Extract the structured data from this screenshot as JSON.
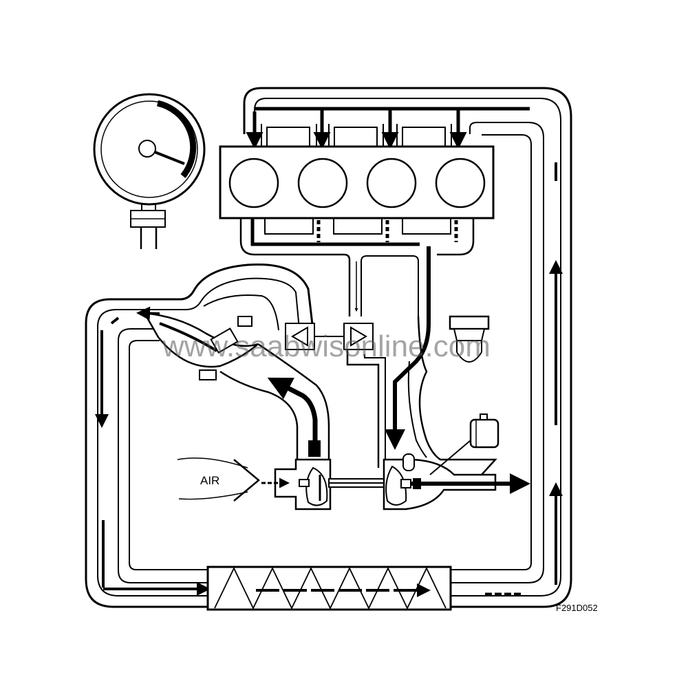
{
  "labels": {
    "air": "AIR",
    "figure_code": "F291D052",
    "watermark": "www.saabwisonline.com"
  },
  "colors": {
    "line": "#000000",
    "background": "#ffffff",
    "watermark": "#5a5a5a"
  },
  "icons": [
    "pressure-gauge-icon",
    "engine-block-icon",
    "turbocharger-icon",
    "intercooler-icon",
    "wastegate-valve-icon",
    "sensor-icon"
  ]
}
